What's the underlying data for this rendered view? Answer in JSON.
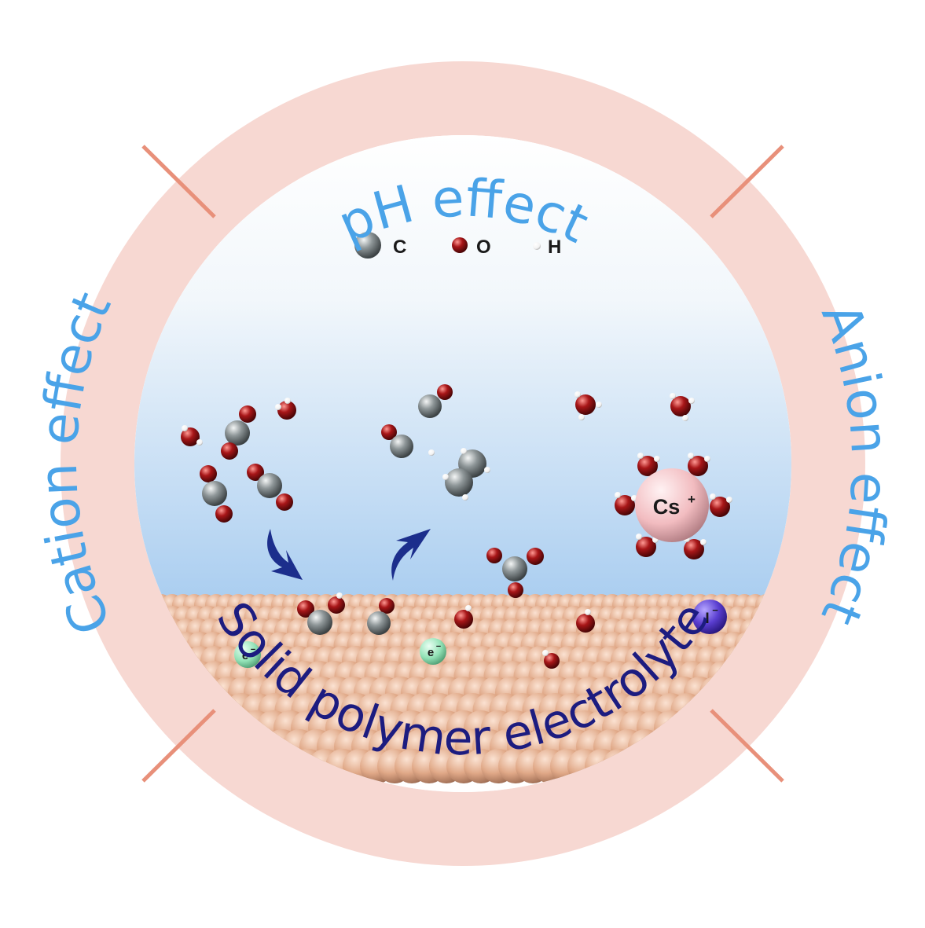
{
  "ring_labels": {
    "top": "pH effect",
    "left": "Cation effect",
    "right": "Anion effect",
    "bottom": "Solid polymer electrolyte"
  },
  "legend": [
    {
      "symbol": "C",
      "atom": "carbon"
    },
    {
      "symbol": "O",
      "atom": "oxygen"
    },
    {
      "symbol": "H",
      "atom": "hydrogen"
    }
  ],
  "ions": {
    "cation": "Cs",
    "cation_charge": "+",
    "anion": "I",
    "anion_charge": "−",
    "electron": "e",
    "electron_charge": "−"
  },
  "colors": {
    "ring_fill": "#f7d8d2",
    "ring_divider": "#e8907a",
    "label_light_blue": "#4aa3e8",
    "label_dark_blue": "#1c1c80",
    "carbon": "#8e9698",
    "oxygen": "#a81618",
    "hydrogen": "#ffffff",
    "copper": "#e0a887",
    "cesium": "#f2bcc0",
    "iodide": "#5a3ed0",
    "electron": "#92e2b6",
    "arrow": "#1c2e8c"
  }
}
